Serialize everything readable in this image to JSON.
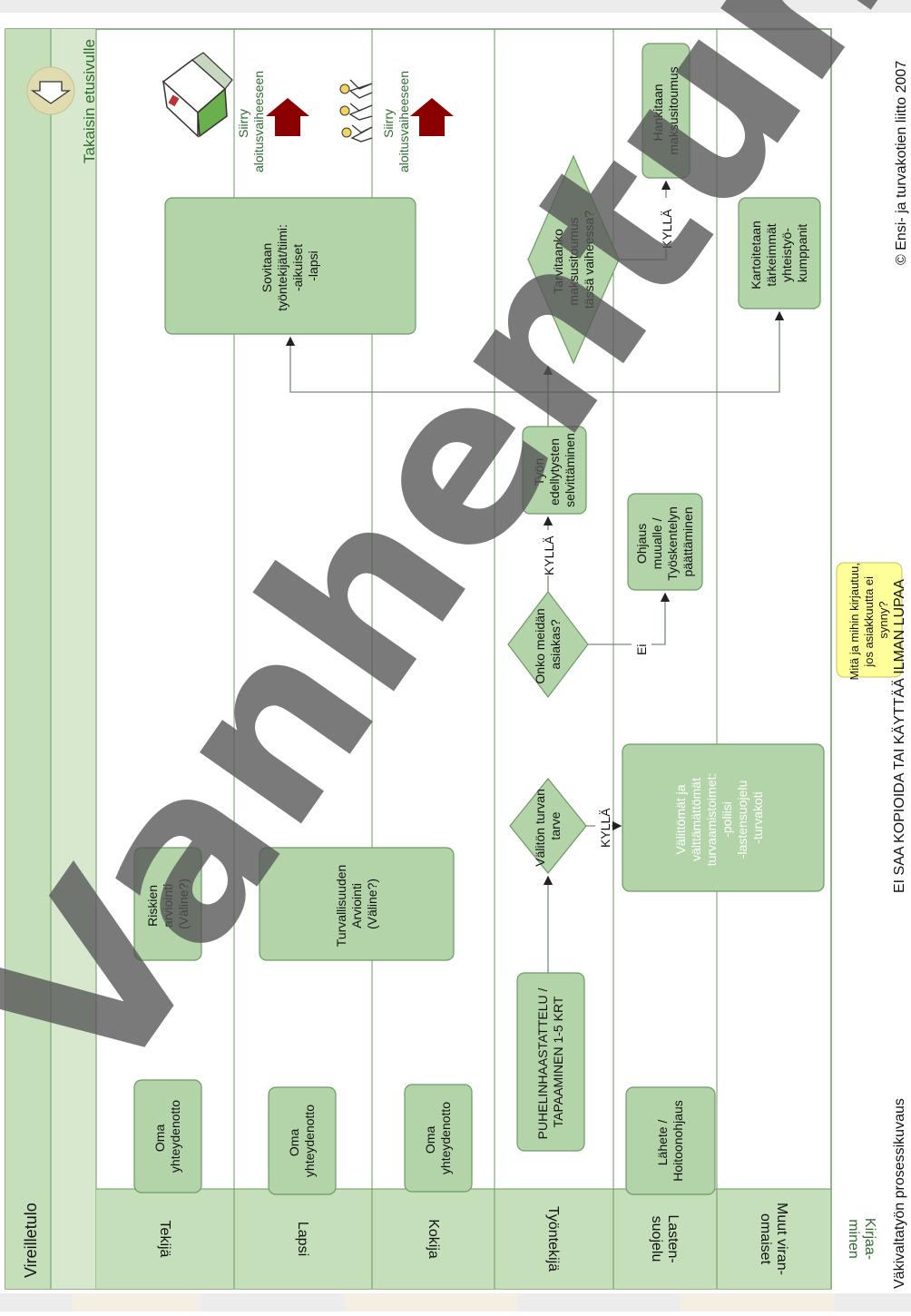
{
  "header": {
    "title": "Vireilletulo",
    "back_link": "Takaisin etusivulle"
  },
  "lanes": [
    {
      "id": "tekija",
      "label": [
        "Tekijä"
      ]
    },
    {
      "id": "lapsi",
      "label": [
        "Lapsi"
      ]
    },
    {
      "id": "kokija",
      "label": [
        "Kokija"
      ]
    },
    {
      "id": "tyontekija",
      "label": [
        "Työntekijä"
      ]
    },
    {
      "id": "lastensuojelu",
      "label": [
        "Lasten-",
        "suojelu"
      ]
    },
    {
      "id": "muut",
      "label": [
        "Muut viran-",
        "omaiset"
      ]
    },
    {
      "id": "kirjaaminen",
      "label": [
        "Kirjaa-",
        "minen"
      ]
    }
  ],
  "boxes": {
    "tekija_contact": [
      "Oma",
      "yhteydenotto"
    ],
    "lapsi_contact": [
      "Oma",
      "yhteydenotto"
    ],
    "kokija_contact": [
      "Oma",
      "yhteydenotto"
    ],
    "puhelin": [
      "PUHELINHAASTATTELU /",
      "TAPAAMINEN 1-5 KRT"
    ],
    "lahete": [
      "Lähete /",
      "Hoitoonohjaus"
    ],
    "riskien": [
      "Riskien",
      "arviointi",
      "(Väline?)"
    ],
    "turvallisuus": [
      "Turvallisuuden",
      "Arviointi",
      "(Väline?)"
    ],
    "valittomat": [
      "Välittömät ja",
      "välttämättömät",
      "turvaamistoimet:",
      "-poliisi",
      "-lastensuojelu",
      "-turvakoti"
    ],
    "ohjaus": [
      "Ohjaus",
      "muualle /",
      "Työskentelyn",
      "päättäminen"
    ],
    "edellytykset": [
      "Työn",
      "edellytysten",
      "selvittäminen"
    ],
    "sovitaan": [
      "Sovitaan",
      "työntekijät/tiimi:",
      "-aikuiset",
      "-lapsi"
    ],
    "kartoitetaan": [
      "Kartoitetaan",
      "tärkeimmät",
      "yhteistyö-",
      "kumppanit"
    ],
    "hankitaan": [
      "Hankitaan",
      "maksusitoumus"
    ]
  },
  "decisions": {
    "valiton": [
      "Välitön turvan",
      "tarve"
    ],
    "onko": [
      "Onko meidän",
      "asiakas?"
    ],
    "tarvitaanko": [
      "Tarvitaanko",
      "maksusitoumus",
      "tässä vaiheessa?"
    ]
  },
  "edge_labels": {
    "kylla1": "KYLLÄ",
    "kylla2": "KYLLÄ",
    "kylla3": "KYLLÄ",
    "ei": "Ei"
  },
  "siirry": {
    "tekija": [
      "Siirry",
      "aloitusvaiheeseen"
    ],
    "lapsi": [
      "Siirry",
      "aloitusvaiheeseen"
    ]
  },
  "note": [
    "Mitä ja mihin kirjautuu,",
    "jos asiakkuutta ei",
    "synny?"
  ],
  "footer": {
    "left": "Väkivaltatyön prosessikuvaus",
    "center": "EI SAA KOPIOIDA TAI KÄYTTÄÄ ILMAN LUPAA",
    "right": "© Ensi- ja turvakotien liitto 2007"
  },
  "watermark": "Vanhentunut",
  "icons": {
    "down": "arrow-down-icon",
    "house": "house-icon",
    "people": "family-icon",
    "up1": "up-arrow-icon",
    "up2": "up-arrow-icon"
  },
  "colors": {
    "box_fill": "#b3d4a8",
    "box_stroke": "#6c9a63",
    "header_bg": "#c5dfbb",
    "note_fill": "#ffff99",
    "arrow_red": "#8b0000"
  }
}
